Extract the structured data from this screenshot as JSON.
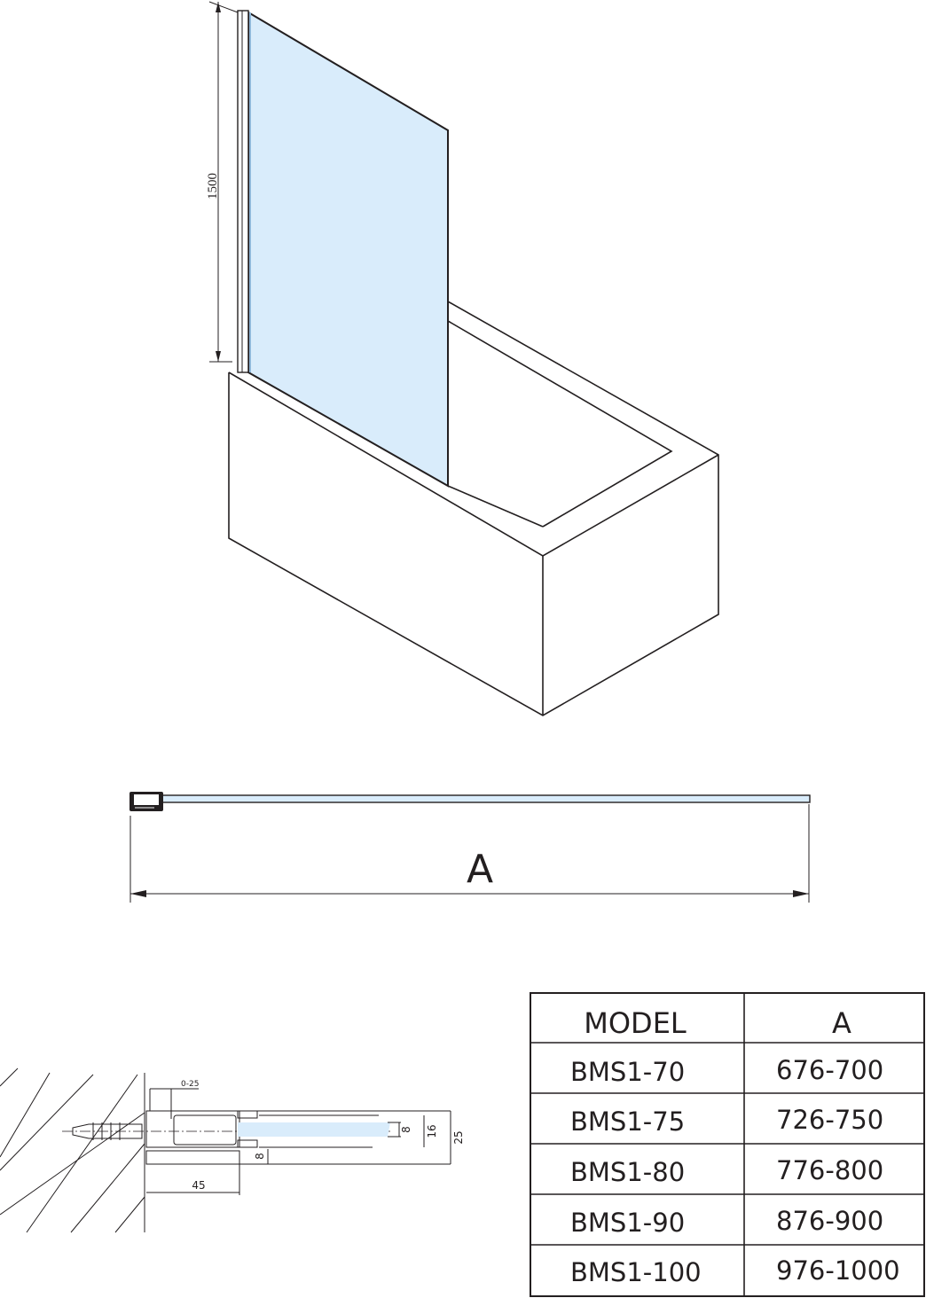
{
  "drawing": {
    "height_dimension": "1500",
    "width_label": "A",
    "detail": {
      "adjust": "0-25",
      "depth": "45",
      "glass": "8",
      "clamp": "16",
      "profile": "25",
      "offset": "8"
    }
  },
  "table": {
    "headers": [
      "MODEL",
      "A"
    ],
    "rows": [
      [
        "BMS1-70",
        "676-700"
      ],
      [
        "BMS1-75",
        "726-750"
      ],
      [
        "BMS1-80",
        "776-800"
      ],
      [
        "BMS1-90",
        "876-900"
      ],
      [
        "BMS1-100",
        "976-1000"
      ]
    ]
  },
  "colors": {
    "glass": "#d9ecfb",
    "line": "#231f20"
  }
}
